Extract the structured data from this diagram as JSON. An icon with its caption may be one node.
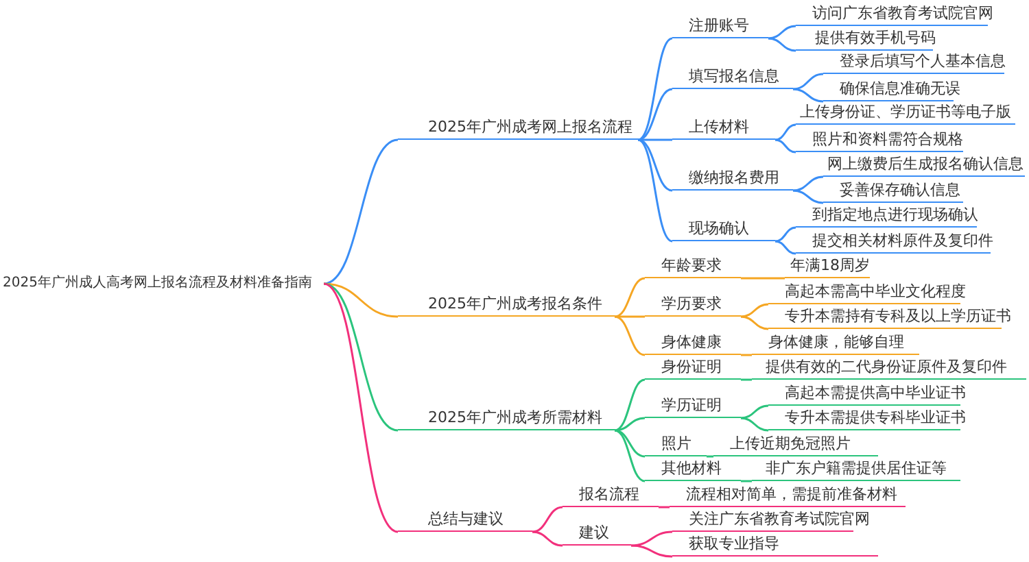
{
  "diagram": {
    "nodes": [
      {
        "text": [
          "2025年广州成人高考网上报名流程及材料准备指南"
        ]
      },
      {
        "text": [
          "2025年广州成考网上报名流程"
        ]
      },
      {
        "text": [
          "注册账号"
        ]
      },
      {
        "text": [
          "访问广东省教育考试院官网"
        ]
      },
      {
        "text": [
          "提供有效手机号码"
        ]
      },
      {
        "text": [
          "填写报名信息"
        ]
      },
      {
        "text": [
          "登录后填写个人基本信息"
        ]
      },
      {
        "text": [
          "确保信息准确无误"
        ]
      },
      {
        "text": [
          "上传材料"
        ]
      },
      {
        "text": [
          "上传身份证、学历证书等电子版"
        ]
      },
      {
        "text": [
          "照片和资料需符合规格"
        ]
      },
      {
        "text": [
          "缴纳报名费用"
        ]
      },
      {
        "text": [
          "网上缴费后生成报名确认信息"
        ]
      },
      {
        "text": [
          "妥善保存确认信息"
        ]
      },
      {
        "text": [
          "现场确认"
        ]
      },
      {
        "text": [
          "到指定地点进行现场确认"
        ]
      },
      {
        "text": [
          "提交相关材料原件及复印件"
        ]
      },
      {
        "text": [
          "2025年广州成考报名条件"
        ]
      },
      {
        "text": [
          "年龄要求"
        ]
      },
      {
        "text": [
          "年满18周岁"
        ]
      },
      {
        "text": [
          "学历要求"
        ]
      },
      {
        "text": [
          "高起本需高中毕业文化程度"
        ]
      },
      {
        "text": [
          "专升本需持有专科及以上学历证书"
        ]
      },
      {
        "text": [
          "身体健康"
        ]
      },
      {
        "text": [
          "身体健康，能够自理"
        ]
      },
      {
        "text": [
          "2025年广州成考所需材料"
        ]
      },
      {
        "text": [
          "身份证明"
        ]
      },
      {
        "text": [
          "提供有效的二代身份证原件及复印件"
        ]
      },
      {
        "text": [
          "学历证明"
        ]
      },
      {
        "text": [
          "高起本需提供高中毕业证书"
        ]
      },
      {
        "text": [
          "专升本需提供专科毕业证书"
        ]
      },
      {
        "text": [
          "照片"
        ]
      },
      {
        "text": [
          "上传近期免冠照片"
        ]
      },
      {
        "text": [
          "其他材料"
        ]
      },
      {
        "text": [
          "非广东户籍需提供居住证等"
        ]
      },
      {
        "text": [
          "总结与建议"
        ]
      },
      {
        "text": [
          "报名流程"
        ]
      },
      {
        "text": [
          "流程相对简单，需提前准备材料"
        ]
      },
      {
        "text": [
          "建议"
        ]
      },
      {
        "text": [
          "关注广东省教育考试院官网"
        ]
      },
      {
        "text": [
          "获取专业指导"
        ]
      }
    ],
    "edges": [
      {
        "from": 0,
        "to": 1,
        "arrow": "none"
      },
      {
        "from": 1,
        "to": 2,
        "arrow": "none"
      },
      {
        "from": 2,
        "to": 3,
        "arrow": "none"
      },
      {
        "from": 2,
        "to": 4,
        "arrow": "none"
      },
      {
        "from": 1,
        "to": 5,
        "arrow": "none"
      },
      {
        "from": 5,
        "to": 6,
        "arrow": "none"
      },
      {
        "from": 5,
        "to": 7,
        "arrow": "none"
      },
      {
        "from": 1,
        "to": 8,
        "arrow": "none"
      },
      {
        "from": 8,
        "to": 9,
        "arrow": "none"
      },
      {
        "from": 8,
        "to": 10,
        "arrow": "none"
      },
      {
        "from": 1,
        "to": 11,
        "arrow": "none"
      },
      {
        "from": 11,
        "to": 12,
        "arrow": "none"
      },
      {
        "from": 11,
        "to": 13,
        "arrow": "none"
      },
      {
        "from": 1,
        "to": 14,
        "arrow": "none"
      },
      {
        "from": 14,
        "to": 15,
        "arrow": "none"
      },
      {
        "from": 14,
        "to": 16,
        "arrow": "none"
      },
      {
        "from": 0,
        "to": 17,
        "arrow": "none",
        "color": "#f5a623"
      },
      {
        "from": 17,
        "to": 18,
        "arrow": "none",
        "color": "#f5a623"
      },
      {
        "from": 18,
        "to": 19,
        "arrow": "none",
        "color": "#f5a623"
      },
      {
        "from": 17,
        "to": 20,
        "arrow": "none",
        "color": "#f5a623"
      },
      {
        "from": 20,
        "to": 21,
        "arrow": "none",
        "color": "#f5a623"
      },
      {
        "from": 20,
        "to": 22,
        "arrow": "none",
        "color": "#f5a623"
      },
      {
        "from": 17,
        "to": 23,
        "arrow": "none",
        "color": "#f5a623"
      },
      {
        "from": 23,
        "to": 24,
        "arrow": "none",
        "color": "#f5a623"
      },
      {
        "from": 0,
        "to": 25,
        "arrow": "none",
        "color": "#2bc47d"
      },
      {
        "from": 25,
        "to": 26,
        "arrow": "none",
        "color": "#2bc47d"
      },
      {
        "from": 26,
        "to": 27,
        "arrow": "none",
        "color": "#2bc47d"
      },
      {
        "from": 25,
        "to": 28,
        "arrow": "none",
        "color": "#2bc47d"
      },
      {
        "from": 28,
        "to": 29,
        "arrow": "none",
        "color": "#2bc47d"
      },
      {
        "from": 28,
        "to": 30,
        "arrow": "none",
        "color": "#2bc47d"
      },
      {
        "from": 25,
        "to": 31,
        "arrow": "none",
        "color": "#2bc47d"
      },
      {
        "from": 31,
        "to": 32,
        "arrow": "none",
        "color": "#2bc47d"
      },
      {
        "from": 25,
        "to": 33,
        "arrow": "none",
        "color": "#2bc47d"
      },
      {
        "from": 33,
        "to": 34,
        "arrow": "none",
        "color": "#2bc47d"
      },
      {
        "from": 0,
        "to": 35,
        "arrow": "none",
        "color": "#f2307c"
      },
      {
        "from": 35,
        "to": 36,
        "arrow": "none",
        "color": "#f2307c"
      },
      {
        "from": 36,
        "to": 37,
        "arrow": "none",
        "color": "#f2307c"
      },
      {
        "from": 35,
        "to": 38,
        "arrow": "none",
        "color": "#f2307c"
      },
      {
        "from": 38,
        "to": 39,
        "arrow": "none",
        "color": "#f2307c"
      },
      {
        "from": 38,
        "to": 40,
        "arrow": "none",
        "color": "#f2307c"
      }
    ]
  }
}
